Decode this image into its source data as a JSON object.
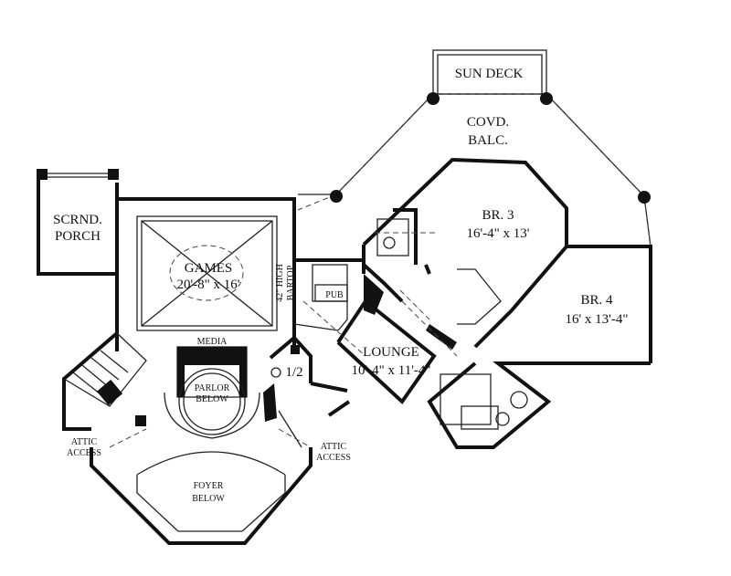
{
  "rooms": {
    "sun_deck": "SUN DECK",
    "covd_balc_line1": "COVD.",
    "covd_balc_line2": "BALC.",
    "scrnd_porch_line1": "SCRND.",
    "scrnd_porch_line2": "PORCH",
    "games": "GAMES",
    "games_dim": "20'-8\" x 16'",
    "bartop_line1": "42\" HIGH",
    "bartop_line2": "BARTOP",
    "pub": "PUB",
    "br3": "BR. 3",
    "br3_dim": "16'-4\" x 13'",
    "br4": "BR. 4",
    "br4_dim": "16' x 13'-4\"",
    "lounge": "LOUNGE",
    "lounge_dim": "10'-4\" x 11'-4\"",
    "media": "MEDIA",
    "parlor_line1": "PARLOR",
    "parlor_line2": "BELOW",
    "half_bath": "1/2",
    "attic_left_line1": "ATTIC",
    "attic_left_line2": "ACCESS",
    "attic_right_line1": "ATTIC",
    "attic_right_line2": "ACCESS",
    "foyer_line1": "FOYER",
    "foyer_line2": "BELOW"
  }
}
